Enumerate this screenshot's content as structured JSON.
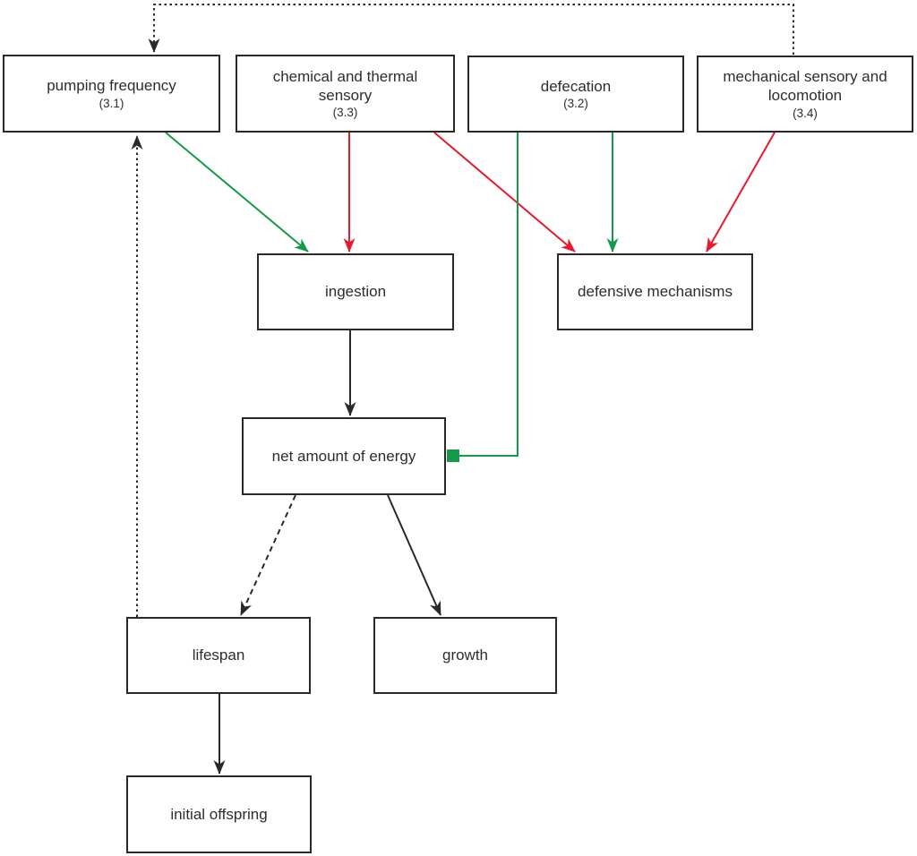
{
  "diagram": {
    "colors": {
      "black": "#2b2827",
      "green": "#149b48",
      "red": "#e8192d",
      "white": "#ffffff"
    },
    "nodes": {
      "pumping": {
        "label": "pumping frequency",
        "sublabel": "(3.1)"
      },
      "chemical": {
        "label": "chemical and thermal sensory",
        "sublabel": "(3.3)"
      },
      "defecation": {
        "label": "defecation",
        "sublabel": "(3.2)"
      },
      "mechanical": {
        "label": "mechanical sensory and locomotion",
        "sublabel": "(3.4)"
      },
      "ingestion": {
        "label": "ingestion"
      },
      "defensive": {
        "label": "defensive mechanisms"
      },
      "energy": {
        "label": "net amount of energy"
      },
      "lifespan": {
        "label": "lifespan"
      },
      "growth": {
        "label": "growth"
      },
      "offspring": {
        "label": "initial offspring"
      }
    },
    "edges": [
      {
        "from": "mechanical sensory and locomotion",
        "to": "pumping frequency",
        "style": "dotted",
        "color": "black",
        "head": "arrow"
      },
      {
        "from": "lifespan",
        "to": "pumping frequency",
        "style": "dotted",
        "color": "black",
        "head": "arrow"
      },
      {
        "from": "pumping frequency",
        "to": "ingestion",
        "style": "solid",
        "color": "green",
        "head": "arrow"
      },
      {
        "from": "chemical and thermal sensory",
        "to": "ingestion",
        "style": "solid",
        "color": "red",
        "head": "arrow"
      },
      {
        "from": "chemical and thermal sensory",
        "to": "defensive mechanisms",
        "style": "solid",
        "color": "red",
        "head": "arrow"
      },
      {
        "from": "defecation",
        "to": "defensive mechanisms",
        "style": "solid",
        "color": "green",
        "head": "arrow"
      },
      {
        "from": "defecation",
        "to": "net amount of energy",
        "style": "solid",
        "color": "green",
        "head": "square"
      },
      {
        "from": "mechanical sensory and locomotion",
        "to": "defensive mechanisms",
        "style": "solid",
        "color": "red",
        "head": "arrow"
      },
      {
        "from": "ingestion",
        "to": "net amount of energy",
        "style": "solid",
        "color": "black",
        "head": "arrow"
      },
      {
        "from": "net amount of energy",
        "to": "lifespan",
        "style": "dashed",
        "color": "black",
        "head": "arrow"
      },
      {
        "from": "net amount of energy",
        "to": "growth",
        "style": "solid",
        "color": "black",
        "head": "arrow"
      },
      {
        "from": "lifespan",
        "to": "initial offspring",
        "style": "solid",
        "color": "black",
        "head": "arrow"
      }
    ]
  }
}
